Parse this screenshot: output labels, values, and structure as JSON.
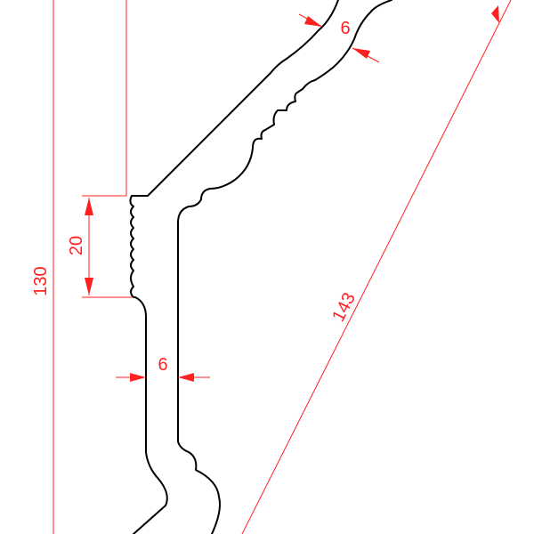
{
  "drawing": {
    "colors": {
      "profile": "#000000",
      "dimension": "#ff2020",
      "background": "#ffffff"
    },
    "dimensions": {
      "total_height": "130",
      "groove_height": "20",
      "wall_thickness_vertical": "6",
      "wall_thickness_top": "6",
      "diagonal_length": "143"
    }
  }
}
